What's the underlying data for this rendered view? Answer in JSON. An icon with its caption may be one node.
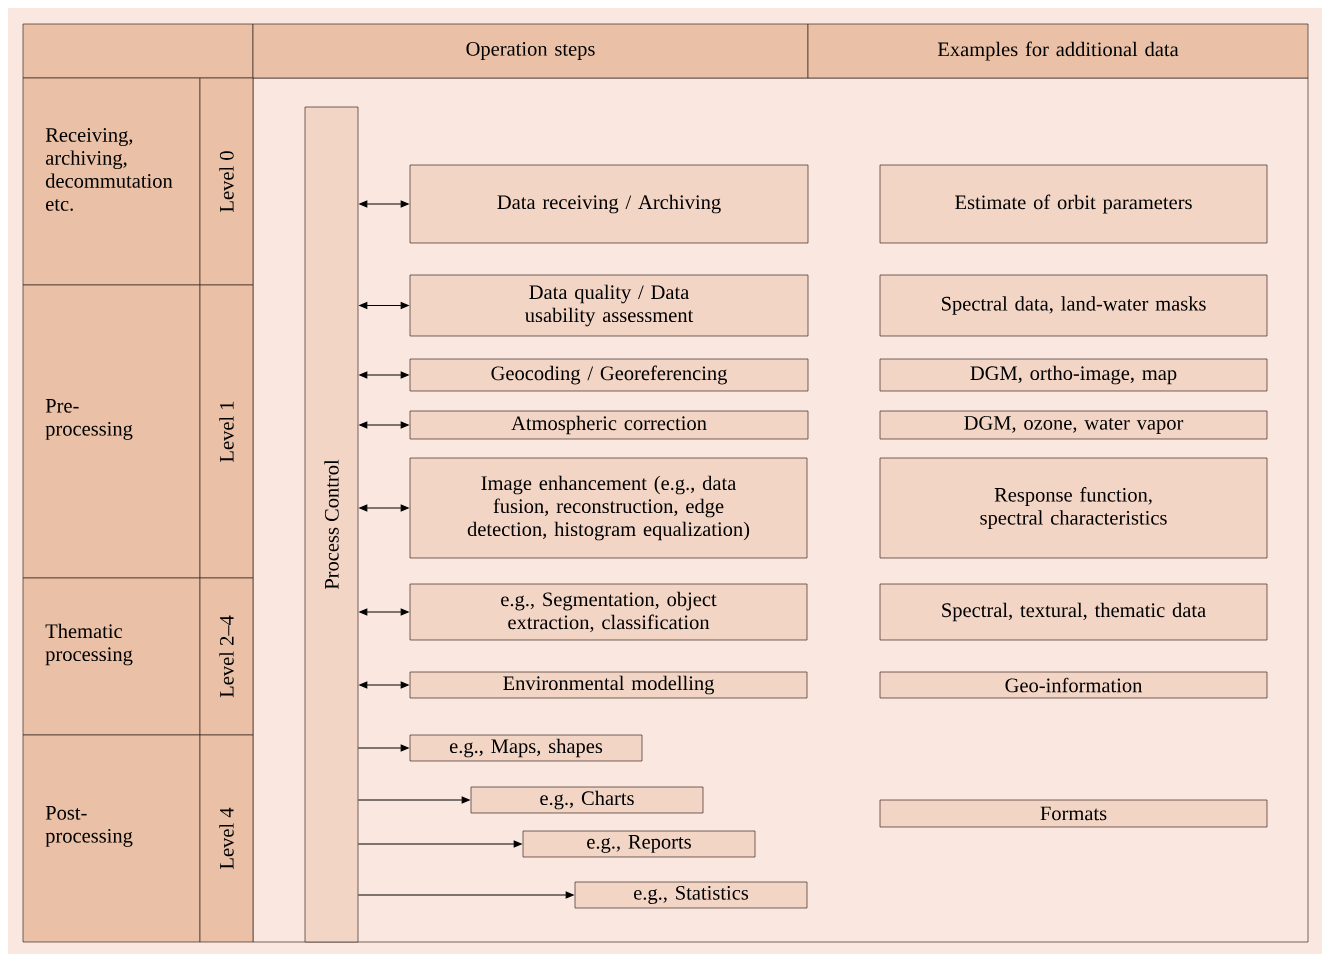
{
  "diagram": {
    "nodes": [
      {
        "text": [],
        "shape": "box"
      },
      {
        "text": [
          "Operation steps"
        ]
      },
      {
        "text": [
          "Examples for additional data"
        ]
      },
      {
        "text": [
          "Receiving, archiving, decommutation etc."
        ]
      },
      {
        "text": [
          "Level 0"
        ]
      },
      {
        "text": [
          "Pre-processing"
        ]
      },
      {
        "text": [
          "Level 1"
        ]
      },
      {
        "text": [
          "Thematic processing"
        ]
      },
      {
        "text": [
          "Level 2–4"
        ]
      },
      {
        "text": [
          "Post-processing"
        ]
      },
      {
        "text": [
          "Level 4"
        ]
      },
      {
        "text": [
          "Process Control"
        ]
      },
      {
        "text": [
          "Data receiving / Archiving"
        ]
      },
      {
        "text": [
          "Data quality / Data usability assessment"
        ]
      },
      {
        "text": [
          "Geocoding / Georeferencing"
        ]
      },
      {
        "text": [
          "Atmospheric correction"
        ]
      },
      {
        "text": [
          "Image enhancement (e.g., data fusion, reconstruction, edge detection, histogram equalization)"
        ]
      },
      {
        "text": [
          "e.g., Segmentation, object extraction, classification"
        ]
      },
      {
        "text": [
          "Environmental modelling"
        ]
      },
      {
        "text": [
          "e.g., Maps, shapes"
        ]
      },
      {
        "text": [
          "e.g., Charts"
        ]
      },
      {
        "text": [
          "e.g., Reports"
        ]
      },
      {
        "text": [
          "e.g., Statistics"
        ]
      },
      {
        "text": [
          "Estimate of orbit parameters"
        ]
      },
      {
        "text": [
          "Spectral data, land-water masks"
        ]
      },
      {
        "text": [
          "DGM, ortho-image, map"
        ]
      },
      {
        "text": [
          "DGM, ozone, water vapor"
        ]
      },
      {
        "text": [
          "Response function, spectral characteristics"
        ]
      },
      {
        "text": [
          "Spectral, textural, thematic data"
        ]
      },
      {
        "text": [
          "Geo-information"
        ]
      },
      {
        "text": [
          "Formats"
        ]
      }
    ],
    "edges": [
      {
        "from": 11,
        "to": 12,
        "arrow": "both"
      },
      {
        "from": 11,
        "to": 13,
        "arrow": "both"
      },
      {
        "from": 11,
        "to": 14,
        "arrow": "both"
      },
      {
        "from": 11,
        "to": 15,
        "arrow": "both"
      },
      {
        "from": 11,
        "to": 16,
        "arrow": "both"
      },
      {
        "from": 11,
        "to": 17,
        "arrow": "both"
      },
      {
        "from": 11,
        "to": 18,
        "arrow": "both"
      },
      {
        "from": 11,
        "to": 19,
        "arrow": "to"
      },
      {
        "from": 11,
        "to": 20,
        "arrow": "to"
      },
      {
        "from": 11,
        "to": 21,
        "arrow": "to"
      },
      {
        "from": 11,
        "to": 22,
        "arrow": "to"
      }
    ]
  }
}
